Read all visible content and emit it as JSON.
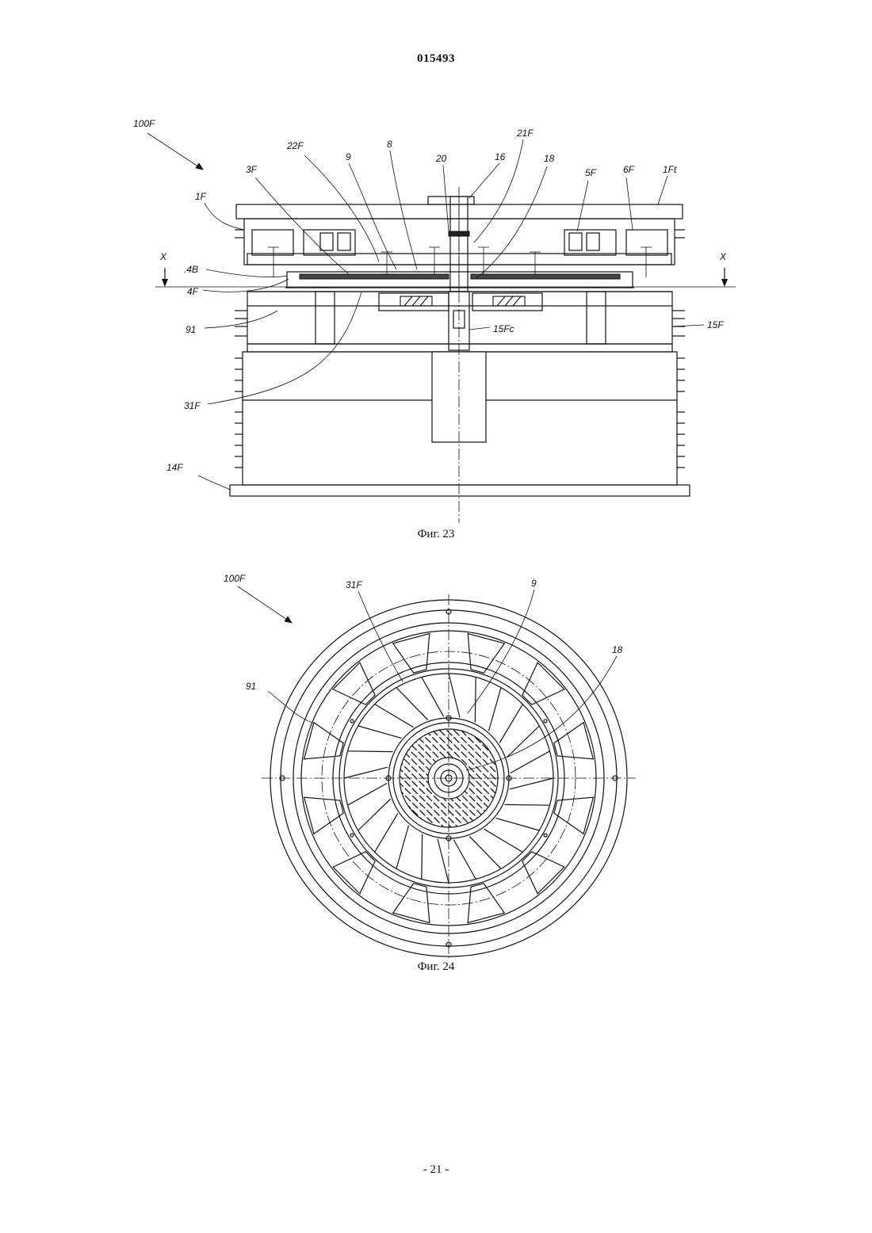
{
  "document": {
    "number": "015493",
    "page_number": "- 21 -"
  },
  "figure23": {
    "caption": "Фиг. 23",
    "labels": {
      "assembly": "100F",
      "l22F": "22F",
      "l9": "9",
      "l8": "8",
      "l20": "20",
      "l16": "16",
      "l21F": "21F",
      "l18": "18",
      "l5F": "5F",
      "l6F": "6F",
      "l1Ft": "1Ft",
      "l3F": "3F",
      "l1F": "1F",
      "xLeft": "X",
      "xRight": "X",
      "l4B": ".4B",
      "l4F": "4F",
      "l91": "91",
      "l15Fc": "15Fc",
      "l15F": "15F",
      "l31F": "31F",
      "l14F": "14F"
    }
  },
  "figure24": {
    "caption": "Фиг. 24",
    "labels": {
      "assembly": "100F",
      "l31F": "31F",
      "l9": "9",
      "l18": "18",
      "l91": "91"
    }
  }
}
